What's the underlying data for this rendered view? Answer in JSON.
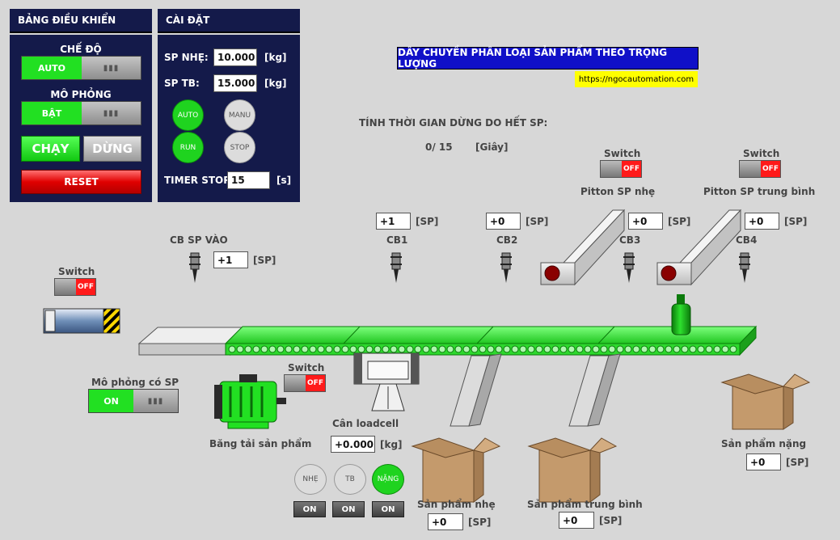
{
  "control_panel": {
    "title": "BẢNG ĐIỀU KHIỂN",
    "mode_label": "CHẾ ĐỘ",
    "mode_value": "AUTO",
    "sim_label": "MÔ PHỎNG",
    "sim_value": "BẬT",
    "run_label": "CHẠY",
    "stop_label": "DỪNG",
    "reset_label": "RESET"
  },
  "settings": {
    "title": "CÀI ĐẶT",
    "sp_light_label": "SP NHẸ:",
    "sp_light_value": "10.000",
    "sp_medium_label": "SP TB:",
    "sp_medium_value": "15.000",
    "unit_kg": "[kg]",
    "auto_label": "AUTO",
    "manu_label": "MANU",
    "run_label": "RUN",
    "stop_label": "STOP",
    "timer_label": "TIMER STOP",
    "timer_value": "15",
    "unit_s": "[s]"
  },
  "header": {
    "title": "DÂY CHUYỀN PHÂN LOẠI SẢN PHẨM THEO TRỌNG LƯỢNG",
    "url": "https://ngocautomation.com"
  },
  "timer_info": {
    "label": "TÍNH THỜI GIAN DỪNG DO HẾT SP:",
    "value": "0/ 15",
    "unit": "[Giây]"
  },
  "switch_label": "Switch",
  "switch_state": "OFF",
  "unit_sp": "[SP]",
  "sensors": {
    "in_label": "CB SP VÀO",
    "in_value": "+1",
    "cb1_label": "CB1",
    "cb1_value": "+1",
    "cb2_label": "CB2",
    "cb2_value": "+0",
    "cb3_label": "CB3",
    "cb3_value": "+0",
    "cb4_label": "CB4",
    "cb4_value": "+0"
  },
  "pistons": {
    "light_label": "Pitton SP nhẹ",
    "medium_label": "Pitton SP trung bình"
  },
  "sim_product": {
    "label": "Mô phỏng có SP",
    "value": "ON"
  },
  "conveyor_label": "Băng tải sản phẩm",
  "loadcell": {
    "label": "Cân loadcell",
    "value": "+0.000",
    "unit": "[kg]"
  },
  "indicators": [
    {
      "label": "NHẸ",
      "button": "ON"
    },
    {
      "label": "TB",
      "button": "ON"
    },
    {
      "label": "NẶNG",
      "button": "ON"
    }
  ],
  "bins": {
    "light_label": "Sản phẩm nhẹ",
    "light_value": "+0",
    "medium_label": "Sản phẩm trung bình",
    "medium_value": "+0",
    "heavy_label": "Sản phẩm nặng",
    "heavy_value": "+0"
  },
  "colors": {
    "panel": "#141a4a",
    "accent_green": "#22e022",
    "alarm_red": "#ff1a1a",
    "banner": "#1010c8",
    "url_bg": "#ffff00"
  }
}
